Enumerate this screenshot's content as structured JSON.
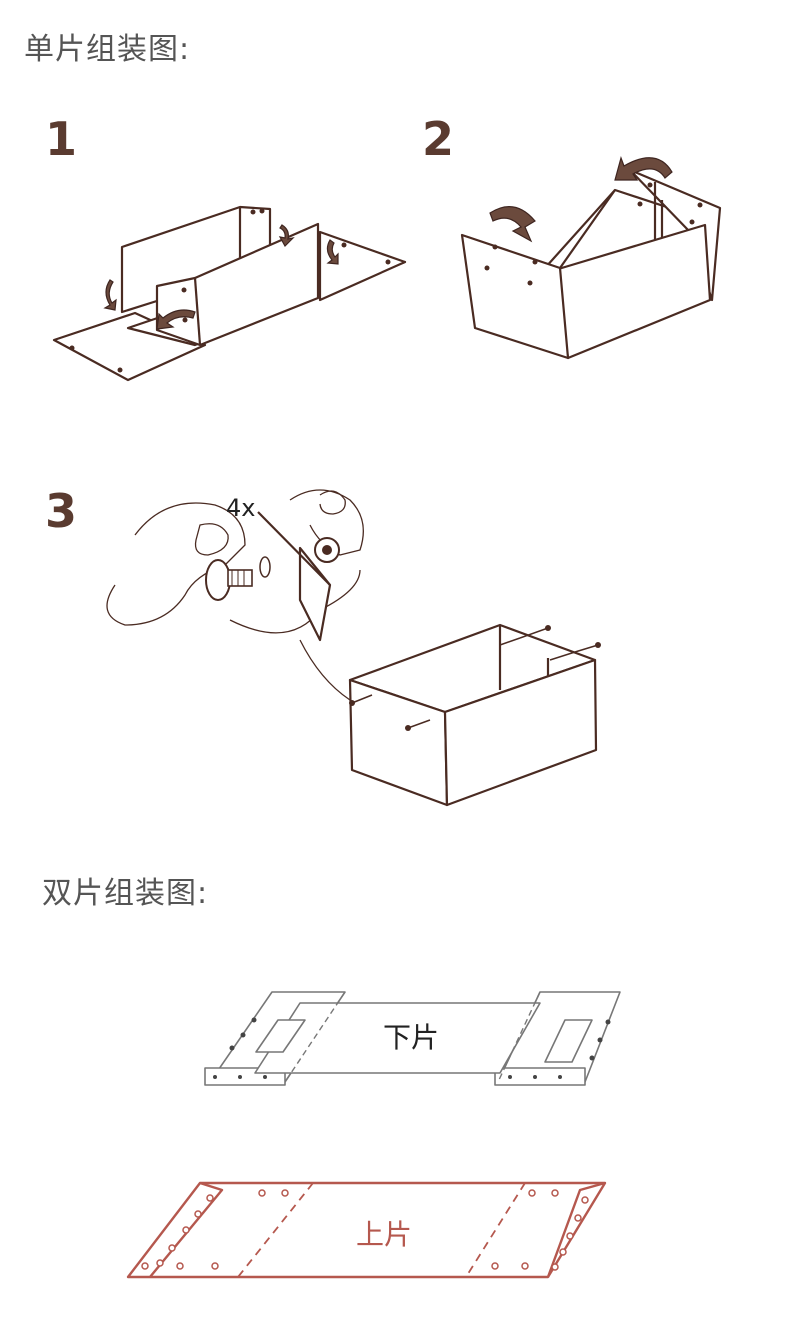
{
  "single": {
    "heading": "单片组装图:",
    "steps": [
      {
        "number": "1"
      },
      {
        "number": "2"
      },
      {
        "number": "3",
        "multiplier": "4x"
      }
    ]
  },
  "double": {
    "heading": "双片组装图:",
    "lower_piece": {
      "label": "下片",
      "color": "#222222"
    },
    "upper_piece": {
      "label": "上片",
      "color": "#b5584e"
    }
  },
  "icons": [
    "rotate-arrow-icon",
    "screw-icon",
    "hand-icon"
  ]
}
